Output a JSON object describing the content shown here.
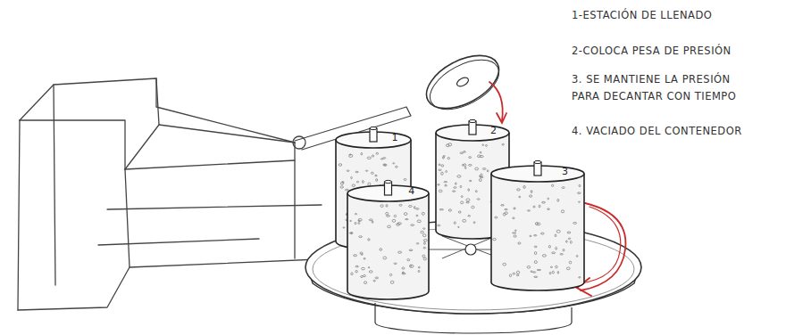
{
  "diagram": {
    "nodes": [
      {
        "text": [
          "1"
        ]
      },
      {
        "text": [
          "2"
        ]
      },
      {
        "text": [
          "3"
        ]
      },
      {
        "text": [
          "4"
        ]
      }
    ],
    "labels": [
      "1-ESTACIÓN DE LLENADO",
      "2-COLOCA PESA DE PRESIÓN",
      "3. SE MANTIENE LA PRESIÓN PARA DECANTAR CON TIEMPO",
      "4. VACIADO DEL CONTENEDOR"
    ]
  }
}
